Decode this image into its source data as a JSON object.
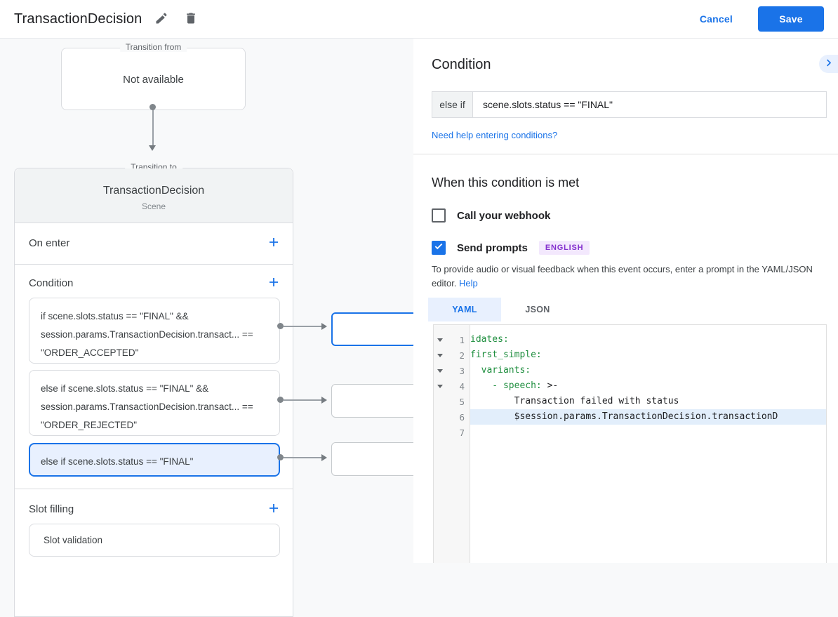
{
  "header": {
    "title": "TransactionDecision",
    "cancel_label": "Cancel",
    "save_label": "Save"
  },
  "flow": {
    "transition_from": {
      "legend": "Transition from",
      "content": "Not available"
    },
    "transition_to": {
      "legend": "Transition to",
      "name": "TransactionDecision",
      "type": "Scene",
      "on_enter_label": "On enter",
      "condition_label": "Condition",
      "slot_filling_label": "Slot filling",
      "conditions": [
        {
          "text": "if scene.slots.status == \"FINAL\" && session.params.TransactionDecision.transact... == \"ORDER_ACCEPTED\"",
          "selected": false
        },
        {
          "text": "else if scene.slots.status == \"FINAL\" && session.params.TransactionDecision.transact... == \"ORDER_REJECTED\"",
          "selected": false
        },
        {
          "text": "else if scene.slots.status == \"FINAL\"",
          "selected": true
        }
      ],
      "slot_items": [
        {
          "text": "Slot validation"
        }
      ]
    }
  },
  "panel": {
    "condition": {
      "title": "Condition",
      "prefix": "else if",
      "expression": "scene.slots.status == \"FINAL\"",
      "help_link": "Need help entering conditions?"
    },
    "when_met": {
      "title": "When this condition is met",
      "webhook_label": "Call your webhook",
      "webhook_checked": false,
      "prompts_label": "Send prompts",
      "prompts_checked": true,
      "language_badge": "ENGLISH",
      "description": "To provide audio or visual feedback when this event occurs, enter a prompt in the YAML/JSON editor.",
      "help_label": "Help"
    },
    "editor": {
      "tabs": [
        {
          "label": "YAML",
          "active": true
        },
        {
          "label": "JSON",
          "active": false
        }
      ],
      "lines": [
        {
          "num": "1",
          "key": "idates:",
          "rest": "",
          "fold": true
        },
        {
          "num": "2",
          "key": "first_simple:",
          "rest": "",
          "fold": true
        },
        {
          "num": "3",
          "key": "  variants:",
          "rest": "",
          "fold": true
        },
        {
          "num": "4",
          "key": "    - speech:",
          "rest": " >-",
          "fold": true
        },
        {
          "num": "5",
          "key": "",
          "rest": "        Transaction failed with status",
          "fold": false
        },
        {
          "num": "6",
          "key": "",
          "rest": "        $session.params.TransactionDecision.transactionD",
          "fold": false,
          "highlighted": true
        },
        {
          "num": "7",
          "key": "",
          "rest": "",
          "fold": false
        }
      ]
    }
  },
  "colors": {
    "accent_blue": "#1a73e8",
    "selection_bg": "#e8f0fe",
    "code_key_green": "#1e8e3e",
    "badge_purple": "#8430ce",
    "badge_bg": "#f3e8fd"
  }
}
